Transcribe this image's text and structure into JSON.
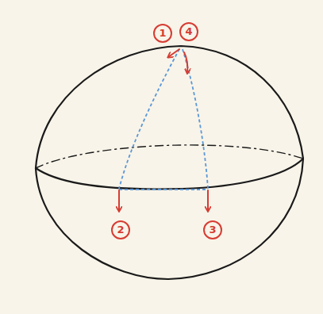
{
  "diagram": {
    "labels": [
      "1",
      "4",
      "2",
      "3"
    ]
  }
}
